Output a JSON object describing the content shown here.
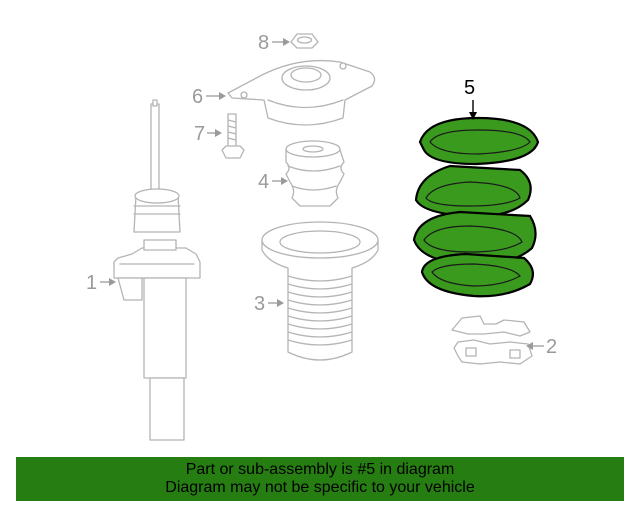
{
  "labels": {
    "p1": "1",
    "p2": "2",
    "p3": "3",
    "p4": "4",
    "p5": "5",
    "p6": "6",
    "p7": "7",
    "p8": "8"
  },
  "highlight_part": "5",
  "banner": {
    "line1": "Part or sub-assembly is #5 in diagram",
    "line2": "Diagram may not be specific to your vehicle"
  },
  "colors": {
    "highlight": "#3a9a1e",
    "banner_bg": "#267d12"
  }
}
